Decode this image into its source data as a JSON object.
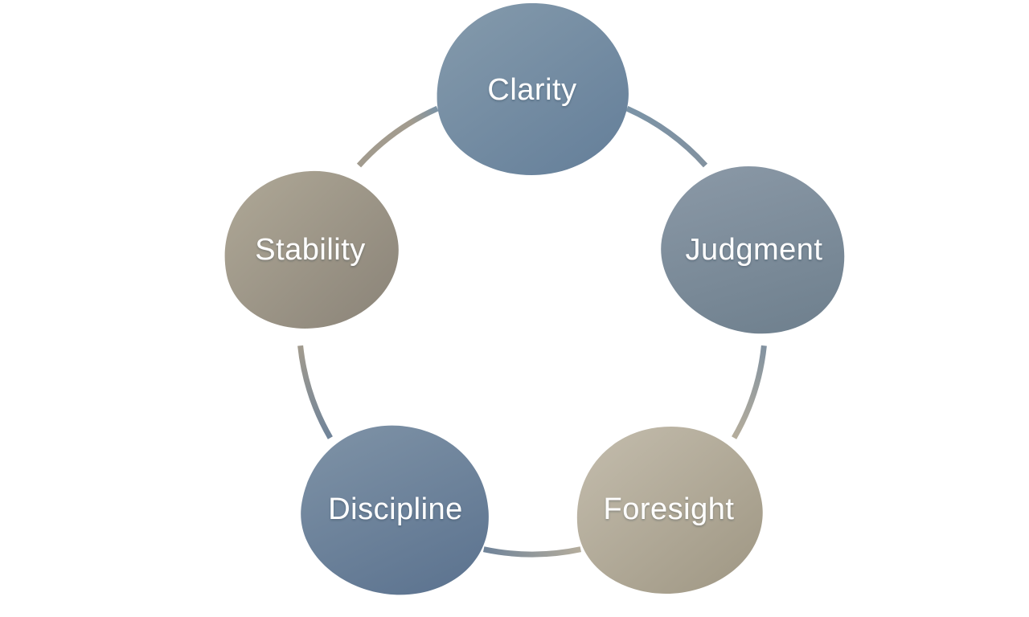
{
  "diagram": {
    "type": "cycle",
    "background": "#ffffff",
    "text_color": "#ffffff",
    "ring_stroke_width": "7",
    "nodes": [
      {
        "id": "clarity",
        "label": "Clarity",
        "color_light": "#8399ab",
        "color_dark": "#67819b",
        "color_mid": "#7b93a6"
      },
      {
        "id": "judgment",
        "label": "Judgment",
        "color_light": "#8b99a7",
        "color_dark": "#6f808e",
        "color_mid": "#8292a0"
      },
      {
        "id": "foresight",
        "label": "Foresight",
        "color_light": "#c2bbab",
        "color_dark": "#a29a87",
        "color_mid": "#b5ad9c"
      },
      {
        "id": "discipline",
        "label": "Discipline",
        "color_light": "#7e92a6",
        "color_dark": "#5d7490",
        "color_mid": "#6f8399"
      },
      {
        "id": "stability",
        "label": "Stability",
        "color_light": "#ada695",
        "color_dark": "#8e877b",
        "color_mid": "#a29b8e"
      }
    ],
    "connections": [
      {
        "from": "Clarity",
        "to": "Judgment"
      },
      {
        "from": "Judgment",
        "to": "Foresight"
      },
      {
        "from": "Foresight",
        "to": "Discipline"
      },
      {
        "from": "Discipline",
        "to": "Stability"
      },
      {
        "from": "Stability",
        "to": "Clarity"
      }
    ]
  }
}
